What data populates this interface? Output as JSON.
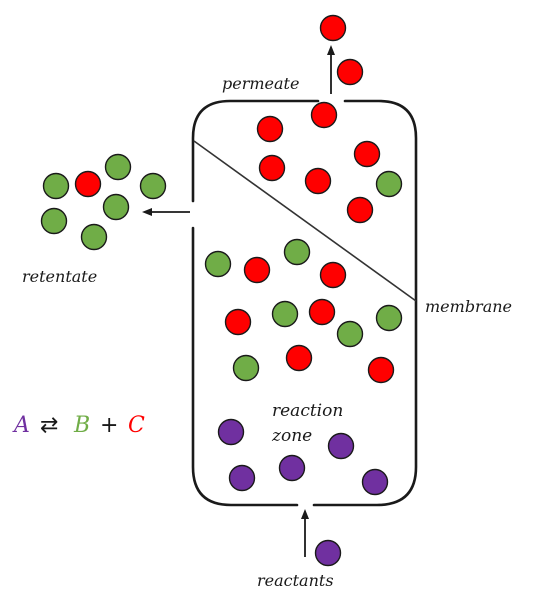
{
  "labels": {
    "permeate": "permeate",
    "retentate": "retentate",
    "membrane": "membrane",
    "reaction_zone_line1": "reaction",
    "reaction_zone_line2": "zone",
    "reactants": "reactants"
  },
  "equation": {
    "species_a": "A",
    "arrow": "⇄",
    "species_b": "B",
    "plus": "+",
    "species_c": "C"
  },
  "colors": {
    "species_a_purple": "#7030a0",
    "species_b_green": "#70ad47",
    "species_c_red": "#ff0000",
    "outline": "#1a1a1a",
    "membrane_line": "#333333"
  }
}
